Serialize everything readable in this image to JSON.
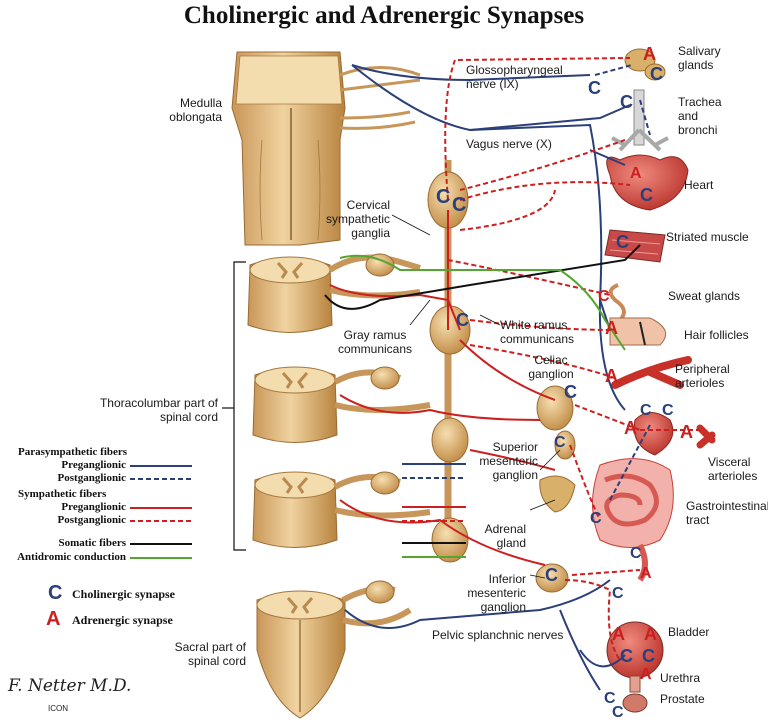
{
  "title": "Cholinergic and Adrenergic Synapses",
  "labels": {
    "medulla": [
      "Medulla",
      "oblongata"
    ],
    "glossopharyngeal": [
      "Glossopharyngeal",
      "nerve (IX)"
    ],
    "vagus": "Vagus nerve (X)",
    "cervical": [
      "Cervical",
      "sympathetic",
      "ganglia"
    ],
    "salivary": [
      "Salivary",
      "glands"
    ],
    "trachea": [
      "Trachea",
      "and",
      "bronchi"
    ],
    "heart": "Heart",
    "striated": "Striated muscle",
    "sweat": "Sweat glands",
    "hair": "Hair follicles",
    "peripheral": [
      "Peripheral",
      "arterioles"
    ],
    "gray_ramus": [
      "Gray ramus",
      "communicans"
    ],
    "white_ramus": [
      "White ramus",
      "communicans"
    ],
    "celiac": [
      "Celiac",
      "ganglion"
    ],
    "thoracolumbar": [
      "Thoracolumbar part of",
      "spinal cord"
    ],
    "superior_mes": [
      "Superior",
      "mesenteric",
      "ganglion"
    ],
    "visceral": [
      "Visceral",
      "arterioles"
    ],
    "gi": [
      "Gastrointestinal",
      "tract"
    ],
    "adrenal": [
      "Adrenal",
      "gland"
    ],
    "inferior_mes": [
      "Inferior",
      "mesenteric",
      "ganglion"
    ],
    "sacral": [
      "Sacral part of",
      "spinal cord"
    ],
    "pelvic": "Pelvic splanchnic nerves",
    "bladder": "Bladder",
    "urethra": "Urethra",
    "prostate": "Prostate"
  },
  "legend": {
    "parasympathetic": "Parasympathetic fibers",
    "para_pre": "Preganglionic",
    "para_post": "Postganglionic",
    "sympathetic": "Sympathetic fibers",
    "symp_pre": "Preganglionic",
    "symp_post": "Postganglionic",
    "somatic": "Somatic fibers",
    "antidromic": "Antidromic conduction",
    "cholinergic": "Cholinergic synapse",
    "adrenergic": "Adrenergic synapse",
    "cholinergic_symbol": "C",
    "adrenergic_symbol": "A"
  },
  "signature": "F. Netter M.D.",
  "signature_mark": "ICON",
  "colors": {
    "parasympathetic": "#2b3f7a",
    "sympathetic": "#cc1f1f",
    "somatic": "#111111",
    "antidromic": "#55a630",
    "tissue": "#e7c68e",
    "tissue_dark": "#b98a4e",
    "organ": "#d8534a"
  }
}
